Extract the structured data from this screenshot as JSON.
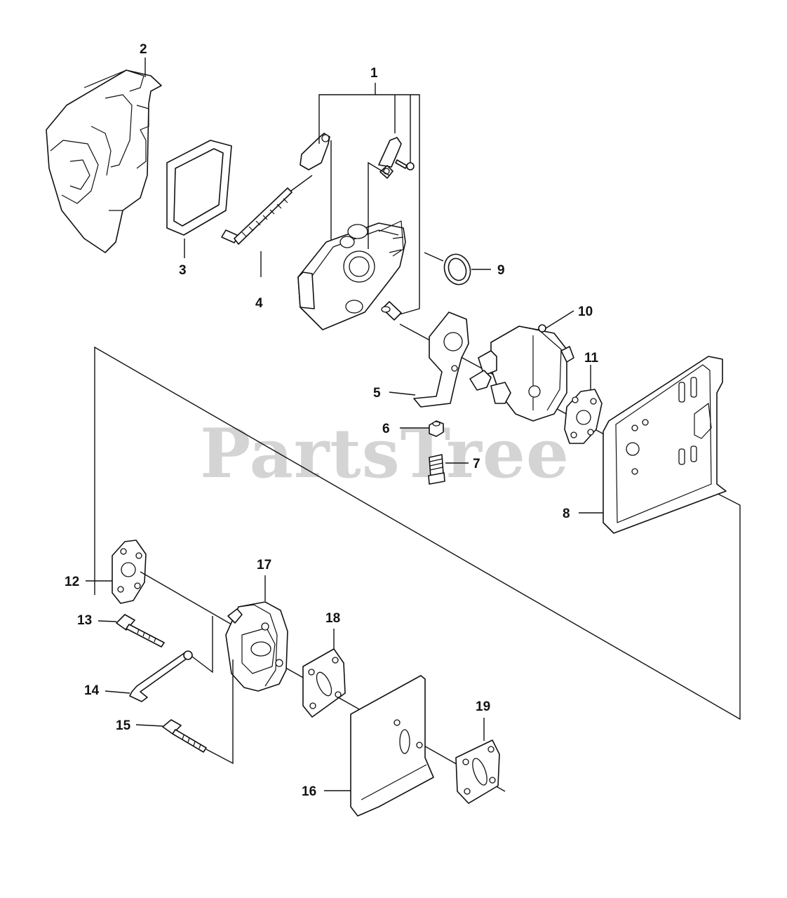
{
  "watermark": "PartsTree",
  "callouts": {
    "c1": "1",
    "c2": "2",
    "c3": "3",
    "c4": "4",
    "c5": "5",
    "c6": "6",
    "c7": "7",
    "c8": "8",
    "c9": "9",
    "c10": "10",
    "c11": "11",
    "c12": "12",
    "c13": "13",
    "c14": "14",
    "c15": "15",
    "c16": "16",
    "c17": "17",
    "c18": "18",
    "c19": "19"
  }
}
